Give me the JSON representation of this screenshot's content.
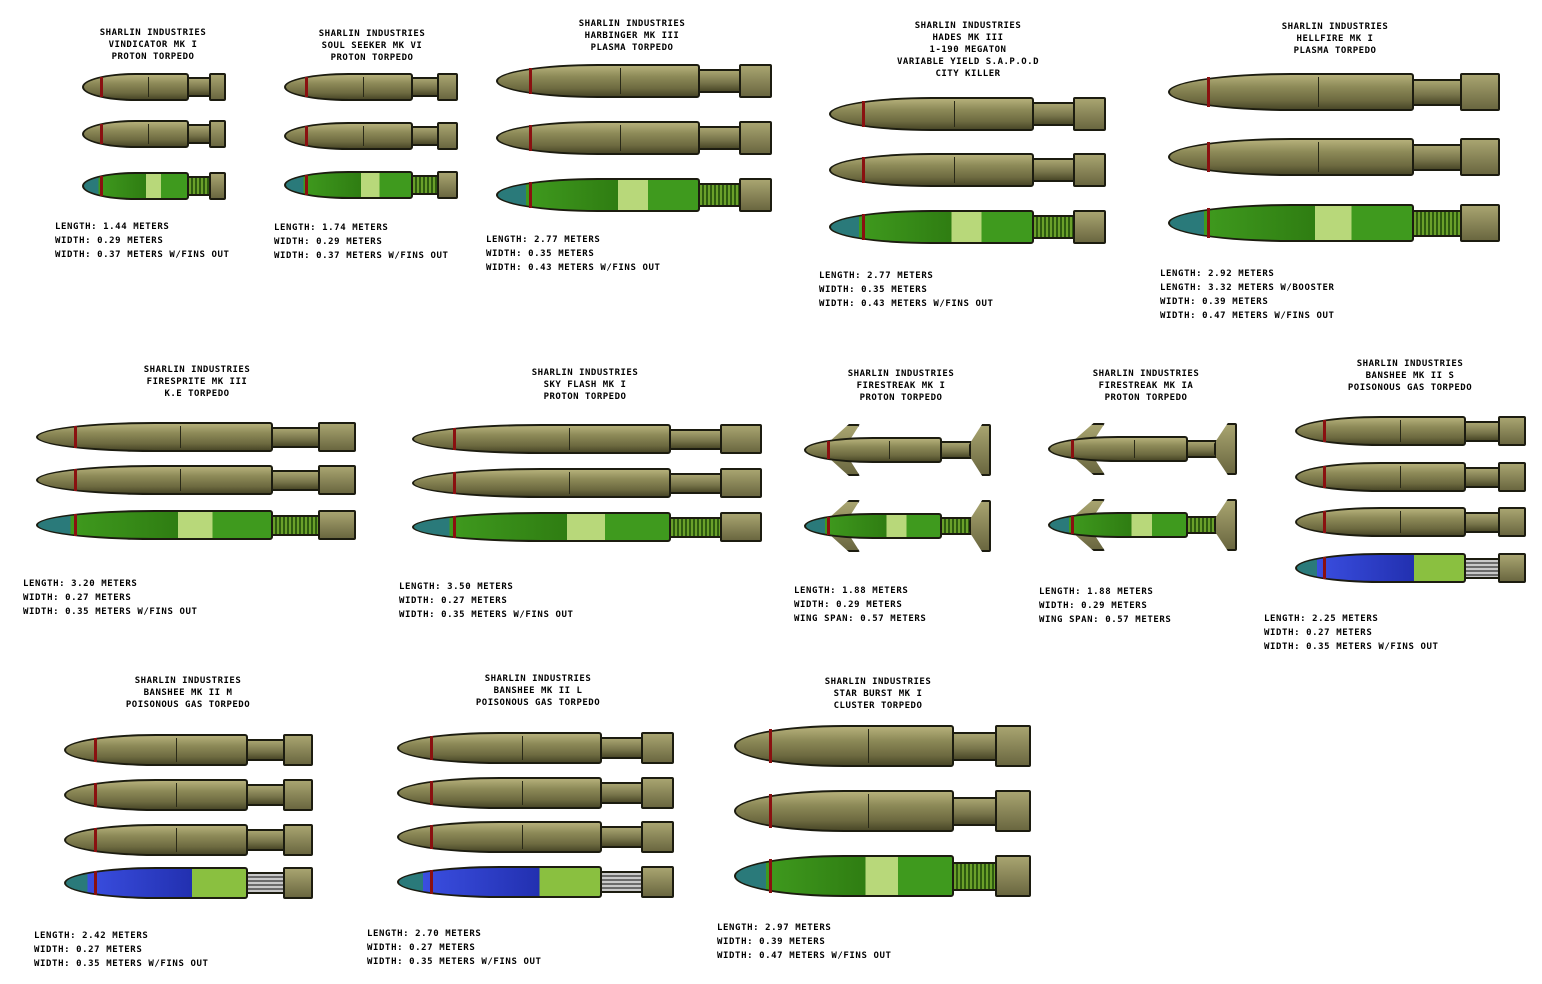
{
  "torpedoes": [
    {
      "title": [
        "SHARLIN INDUSTRIES",
        "VINDICATOR MK I",
        "PROTON TORPEDO"
      ],
      "specs": [
        "LENGTH: 1.44 METERS",
        "WIDTH: 0.29 METERS",
        "WIDTH: 0.37 METERS W/FINS OUT"
      ],
      "sprites": [
        "olive",
        "olive",
        "green"
      ]
    },
    {
      "title": [
        "SHARLIN INDUSTRIES",
        "SOUL SEEKER MK VI",
        "PROTON TORPEDO"
      ],
      "specs": [
        "LENGTH: 1.74 METERS",
        "WIDTH: 0.29 METERS",
        "WIDTH: 0.37 METERS W/FINS OUT"
      ],
      "sprites": [
        "olive",
        "olive",
        "green"
      ]
    },
    {
      "title": [
        "SHARLIN INDUSTRIES",
        "HARBINGER MK III",
        "PLASMA TORPEDO"
      ],
      "specs": [
        "LENGTH: 2.77 METERS",
        "WIDTH: 0.35 METERS",
        "WIDTH: 0.43 METERS W/FINS OUT"
      ],
      "sprites": [
        "olive",
        "olive",
        "green"
      ]
    },
    {
      "title": [
        "SHARLIN INDUSTRIES",
        "HADES MK III",
        "1-190 MEGATON",
        "VARIABLE YIELD S.A.P.O.D",
        "CITY KILLER"
      ],
      "specs": [
        "LENGTH: 2.77 METERS",
        "WIDTH: 0.35 METERS",
        "WIDTH: 0.43 METERS W/FINS OUT"
      ],
      "sprites": [
        "olive",
        "olive",
        "green"
      ]
    },
    {
      "title": [
        "SHARLIN INDUSTRIES",
        "HELLFIRE MK I",
        "PLASMA TORPEDO"
      ],
      "specs": [
        "LENGTH: 2.92 METERS",
        "LENGTH: 3.32 METERS W/BOOSTER",
        "WIDTH: 0.39 METERS",
        "WIDTH: 0.47 METERS W/FINS OUT"
      ],
      "sprites": [
        "olive",
        "olive",
        "green"
      ]
    },
    {
      "title": [
        "SHARLIN INDUSTRIES",
        "FIRESPRITE MK III",
        "K.E TORPEDO"
      ],
      "specs": [
        "LENGTH: 3.20 METERS",
        "WIDTH: 0.27 METERS",
        "WIDTH: 0.35 METERS W/FINS OUT"
      ],
      "sprites": [
        "olive",
        "olive",
        "green"
      ]
    },
    {
      "title": [
        "SHARLIN INDUSTRIES",
        "SKY FLASH MK I",
        "PROTON TORPEDO"
      ],
      "specs": [
        "LENGTH: 3.50 METERS",
        "WIDTH: 0.27 METERS",
        "WIDTH: 0.35 METERS W/FINS OUT"
      ],
      "sprites": [
        "olive",
        "olive",
        "green"
      ]
    },
    {
      "title": [
        "SHARLIN INDUSTRIES",
        "FIRESTREAK MK I",
        "PROTON TORPEDO"
      ],
      "specs": [
        "LENGTH: 1.88 METERS",
        "WIDTH: 0.29 METERS",
        "WING SPAN: 0.57 METERS"
      ],
      "sprites": [
        "olive",
        "green"
      ]
    },
    {
      "title": [
        "SHARLIN INDUSTRIES",
        "FIRESTREAK MK IA",
        "PROTON TORPEDO"
      ],
      "specs": [
        "LENGTH: 1.88 METERS",
        "WIDTH: 0.29 METERS",
        "WING SPAN: 0.57 METERS"
      ],
      "sprites": [
        "olive",
        "green"
      ]
    },
    {
      "title": [
        "SHARLIN INDUSTRIES",
        "BANSHEE MK II S",
        "POISONOUS GAS TORPEDO"
      ],
      "specs": [
        "LENGTH: 2.25 METERS",
        "WIDTH: 0.27 METERS",
        "WIDTH: 0.35 METERS W/FINS OUT"
      ],
      "sprites": [
        "olive",
        "olive",
        "olive",
        "blue"
      ]
    },
    {
      "title": [
        "SHARLIN INDUSTRIES",
        "BANSHEE MK II M",
        "POISONOUS GAS TORPEDO"
      ],
      "specs": [
        "LENGTH: 2.42 METERS",
        "WIDTH: 0.27 METERS",
        "WIDTH: 0.35 METERS W/FINS OUT"
      ],
      "sprites": [
        "olive",
        "olive",
        "olive",
        "blue"
      ]
    },
    {
      "title": [
        "SHARLIN INDUSTRIES",
        "BANSHEE MK II L",
        "POISONOUS GAS TORPEDO"
      ],
      "specs": [
        "LENGTH: 2.70 METERS",
        "WIDTH: 0.27 METERS",
        "WIDTH: 0.35 METERS W/FINS OUT"
      ],
      "sprites": [
        "olive",
        "olive",
        "olive",
        "blue"
      ]
    },
    {
      "title": [
        "SHARLIN INDUSTRIES",
        "STAR BURST MK I",
        "CLUSTER TORPEDO"
      ],
      "specs": [
        "LENGTH: 2.97 METERS",
        "WIDTH: 0.39 METERS",
        "WIDTH: 0.47 METERS W/FINS OUT"
      ],
      "sprites": [
        "olive",
        "olive",
        "green"
      ]
    }
  ]
}
